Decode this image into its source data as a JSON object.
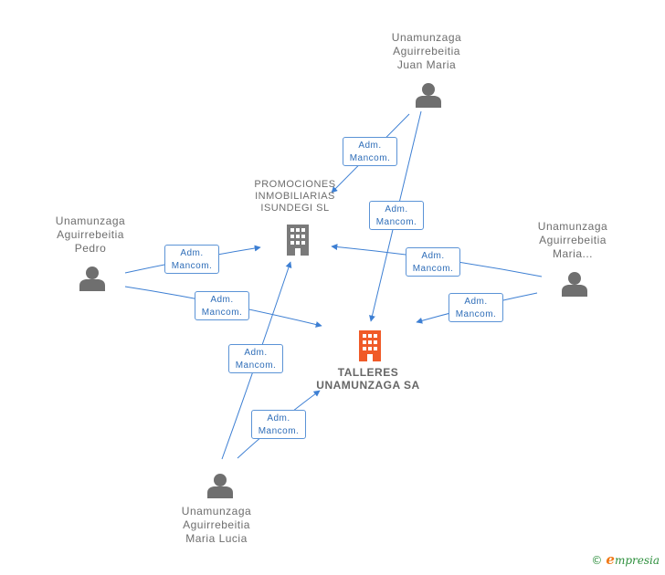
{
  "people": [
    {
      "id": "juan",
      "lines": [
        "Unamunzaga",
        "Aguirrebeitia",
        "Juan Maria"
      ]
    },
    {
      "id": "pedro",
      "lines": [
        "Unamunzaga",
        "Aguirrebeitia",
        "Pedro"
      ]
    },
    {
      "id": "maria",
      "lines": [
        "Unamunzaga",
        "Aguirrebeitia",
        "Maria..."
      ]
    },
    {
      "id": "lucia",
      "lines": [
        "Unamunzaga",
        "Aguirrebeitia",
        "Maria Lucia"
      ]
    }
  ],
  "companies": [
    {
      "id": "promociones",
      "lines": [
        "PROMOCIONES",
        "INMOBILIARIAS",
        "ISUNDEGI SL"
      ],
      "color": "#7a7a7a"
    },
    {
      "id": "talleres",
      "lines": [
        "TALLERES",
        "UNAMUNZAGA SA"
      ],
      "color": "#f05a28"
    }
  ],
  "relations": [
    {
      "from": "juan",
      "to": "promociones",
      "role": [
        "Adm.",
        "Mancom."
      ]
    },
    {
      "from": "juan",
      "to": "talleres",
      "role": [
        "Adm.",
        "Mancom."
      ]
    },
    {
      "from": "pedro",
      "to": "promociones",
      "role": [
        "Adm.",
        "Mancom."
      ]
    },
    {
      "from": "pedro",
      "to": "talleres",
      "role": [
        "Adm.",
        "Mancom."
      ]
    },
    {
      "from": "maria",
      "to": "promociones",
      "role": [
        "Adm.",
        "Mancom."
      ]
    },
    {
      "from": "maria",
      "to": "talleres",
      "role": [
        "Adm.",
        "Mancom."
      ]
    },
    {
      "from": "lucia",
      "to": "promociones",
      "role": [
        "Adm.",
        "Mancom."
      ]
    },
    {
      "from": "lucia",
      "to": "talleres",
      "role": [
        "Adm.",
        "Mancom."
      ]
    }
  ],
  "colors": {
    "edge": "#3d7fd3",
    "person_icon": "#6f6f6f"
  },
  "footer": {
    "copyright": "©",
    "brand_initial": "e",
    "brand_rest": "mpresia"
  }
}
